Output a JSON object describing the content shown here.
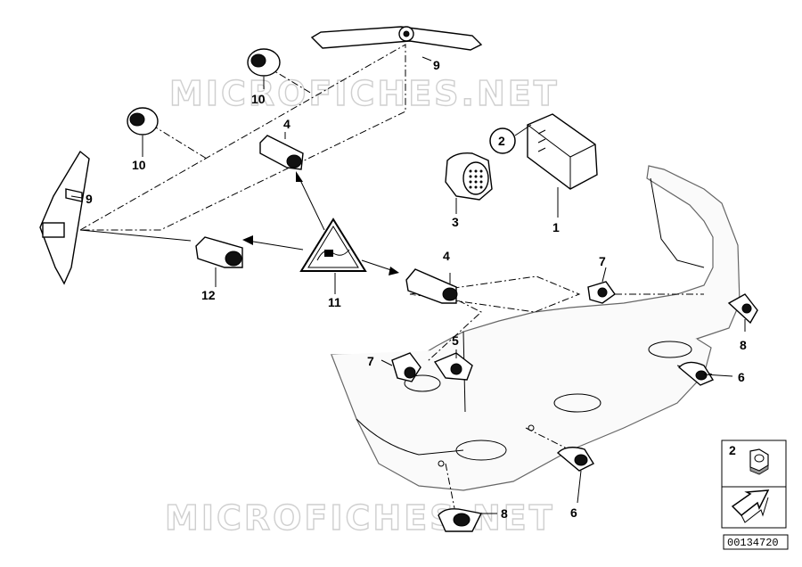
{
  "watermarks": [
    "MICROFICHES.NET",
    "MICROFICHES.NET"
  ],
  "callouts": [
    {
      "id": "c1",
      "text": "1"
    },
    {
      "id": "c2",
      "text": "2"
    },
    {
      "id": "c3",
      "text": "3"
    },
    {
      "id": "c4a",
      "text": "4"
    },
    {
      "id": "c4b",
      "text": "4"
    },
    {
      "id": "c5",
      "text": "5"
    },
    {
      "id": "c6a",
      "text": "6"
    },
    {
      "id": "c6b",
      "text": "6"
    },
    {
      "id": "c7a",
      "text": "7"
    },
    {
      "id": "c7b",
      "text": "7"
    },
    {
      "id": "c8a",
      "text": "8"
    },
    {
      "id": "c8b",
      "text": "8"
    },
    {
      "id": "c9a",
      "text": "9"
    },
    {
      "id": "c9b",
      "text": "9"
    },
    {
      "id": "c10a",
      "text": "10"
    },
    {
      "id": "c10b",
      "text": "10"
    },
    {
      "id": "c11",
      "text": "11"
    },
    {
      "id": "c12",
      "text": "12"
    }
  ],
  "legend": {
    "item_number": "2"
  },
  "diagram_code": "00134720"
}
